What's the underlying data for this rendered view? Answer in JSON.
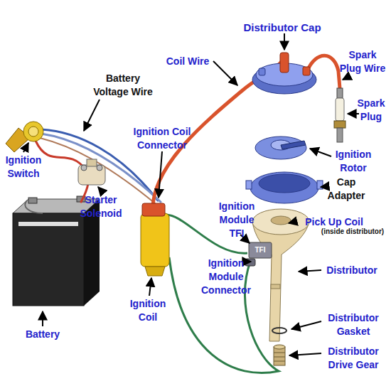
{
  "diagram": {
    "labels": [
      "Distributor Cap",
      "Coil Wire",
      "Spark Plug Wire",
      "Battery Voltage Wire",
      "Spark Plug",
      "Ignition Coil Connector",
      "Ignition Rotor",
      "Ignition Switch",
      "Cap Adapter",
      "Starter Solenoid",
      "Ignition Module TFI",
      "Pick Up Coil",
      "(inside distributor)",
      "TFI",
      "Ignition Module Connector",
      "Distributor",
      "Ignition Coil",
      "Distributor Gasket",
      "Battery",
      "Distributor Drive Gear"
    ]
  }
}
